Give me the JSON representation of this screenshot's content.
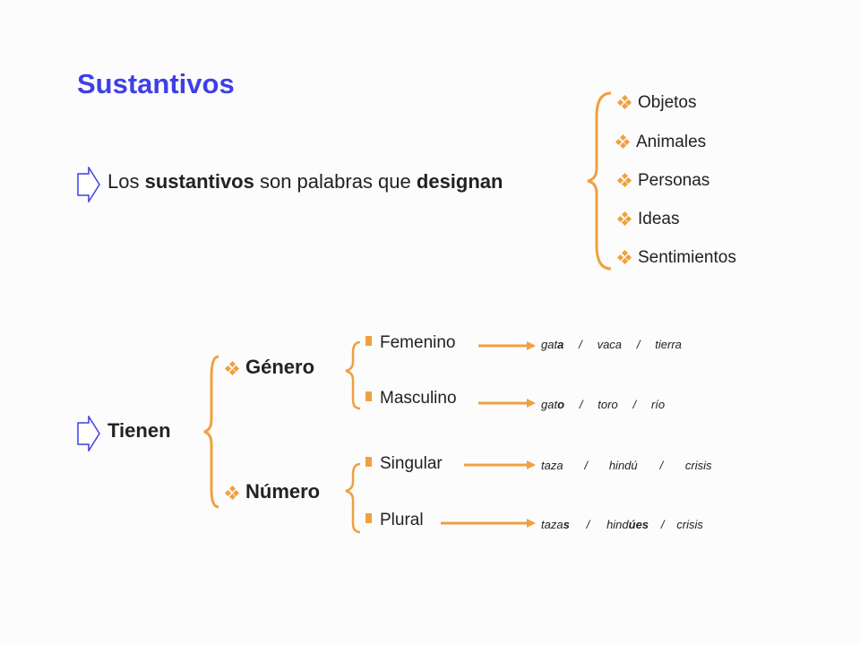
{
  "title": "Sustantivos",
  "definition": {
    "part1": "Los ",
    "bold1": "sustantivos",
    "part2": " son palabras que ",
    "bold2": "designan",
    "items": [
      "Objetos",
      "Animales",
      "Personas",
      "Ideas",
      "Sentimientos"
    ]
  },
  "tienen": {
    "label": "Tienen",
    "genero": {
      "label": "Género",
      "femenino": {
        "label": "Femenino",
        "ex1_stem": "gat",
        "ex1_end": "a",
        "ex2": "vaca",
        "ex3": "tierra"
      },
      "masculino": {
        "label": "Masculino",
        "ex1_stem": "gat",
        "ex1_end": "o",
        "ex2": "toro",
        "ex3": "río"
      }
    },
    "numero": {
      "label": "Número",
      "singular": {
        "label": "Singular",
        "ex1": "taza",
        "ex2": "hindú",
        "ex3": "crisis"
      },
      "plural": {
        "label": "Plural",
        "ex1_stem": "taza",
        "ex1_end": "s",
        "ex2_stem": "hind",
        "ex2_end": "úes",
        "ex3": "crisis"
      }
    }
  },
  "separator": "/",
  "colors": {
    "title": "#3f3fe8",
    "accent": "#f0a040",
    "arrow_fill": "#ffffff",
    "arrow_stroke": "#3f3fe8"
  }
}
